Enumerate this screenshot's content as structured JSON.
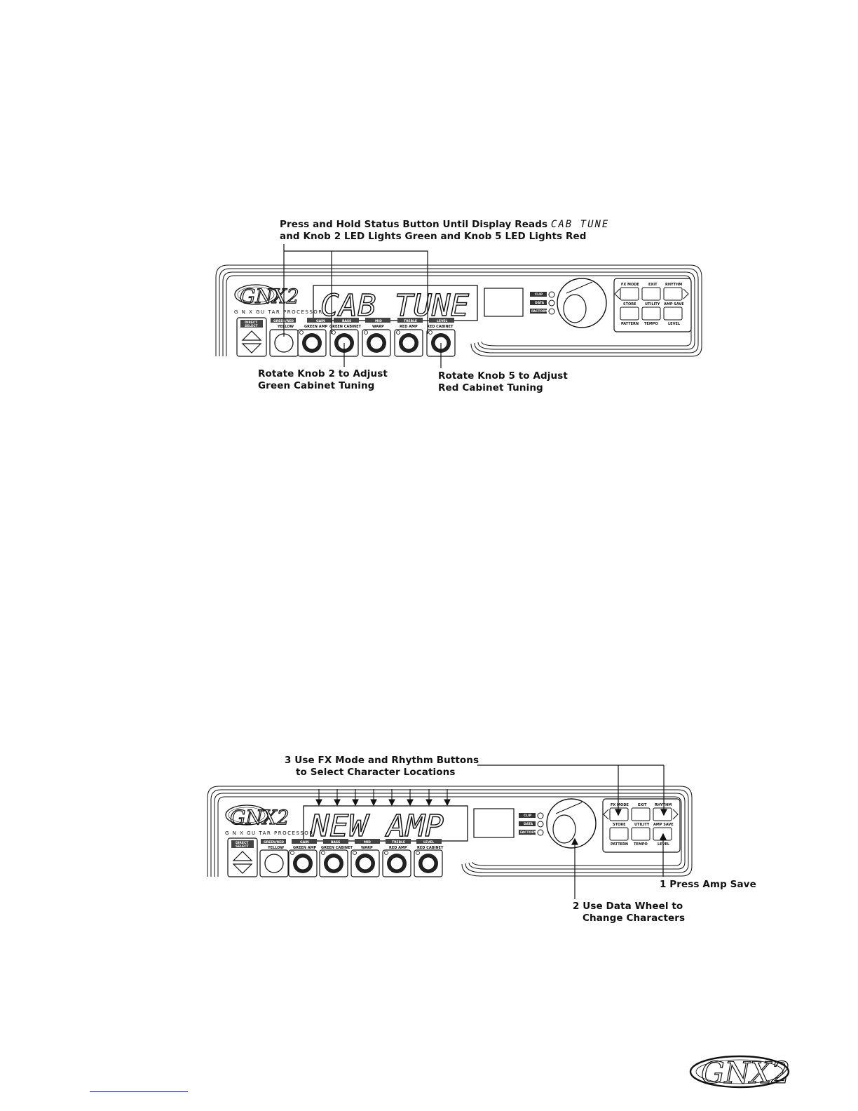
{
  "figure1": {
    "callout_top_line1": "Press and Hold Status Button Until Display Reads",
    "callout_top_lcd": "CAB TUNE",
    "callout_top_line2": "and Knob 2 LED Lights Green and Knob 5 LED Lights Red",
    "callout_knob2_line1": "Rotate Knob 2 to Adjust",
    "callout_knob2_line2": "Green Cabinet Tuning",
    "callout_knob5_line1": "Rotate Knob 5 to Adjust",
    "callout_knob5_line2": "Red Cabinet Tuning",
    "display_text": "CAB TUNE"
  },
  "figure2": {
    "callout_top_line1": "3 Use FX Mode and Rhythm Buttons",
    "callout_top_line2": "to Select Character Locations",
    "callout_amp_save": "1 Press Amp Save",
    "callout_wheel_line1": "2 Use Data Wheel to",
    "callout_wheel_line2": "Change Characters",
    "display_text": "NEW AMP"
  },
  "panel": {
    "logo": "GNX2",
    "subtitle": "G N X GU TAR PROCESSOR",
    "direct_select": [
      "DIRECT",
      "SELECT"
    ],
    "status_leds": [
      "CLIP",
      "DATA",
      "FACTORY"
    ],
    "knob_top_labels": [
      "GREEN/RED",
      "GAIN",
      "BASS",
      "MID",
      "TREBLE",
      "LEVEL"
    ],
    "knob_bottom_labels": [
      "YELLOW",
      "GREEN AMP",
      "GREEN CABINET",
      "WARP",
      "RED AMP",
      "RED CABINET"
    ],
    "button_top_labels": [
      "FX MODE",
      "EXIT",
      "RHYTHM"
    ],
    "button_mid_labels": [
      "STORE",
      "UTILITY",
      "AMP SAVE"
    ],
    "button_bottom_labels": [
      "PATTERN",
      "TEMPO",
      "LEVEL"
    ]
  },
  "footer_logo": "GNX2"
}
